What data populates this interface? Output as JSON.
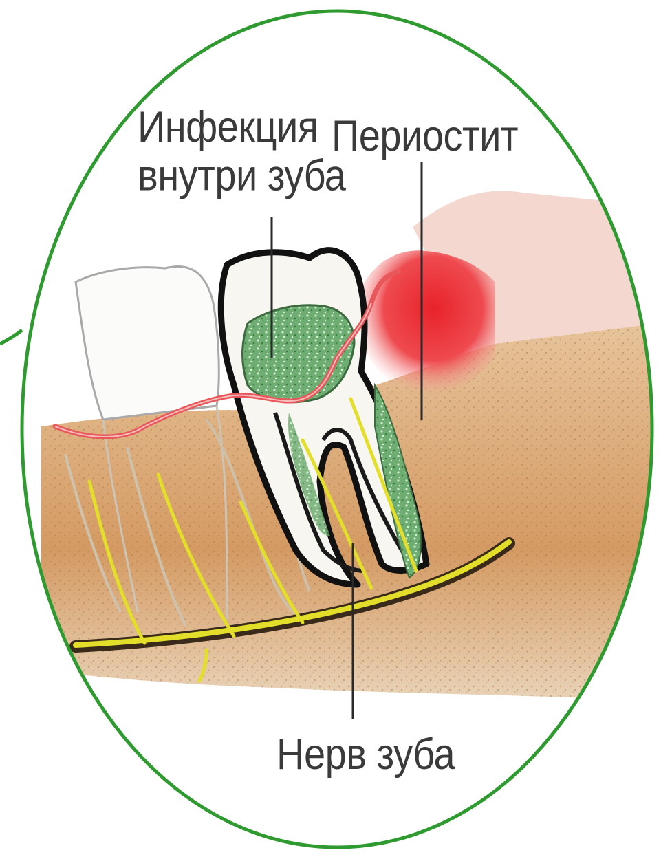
{
  "labels": {
    "infection_line1": "Инфекция",
    "infection_line2": "внутри зуба",
    "periostitis": "Периостит",
    "nerve": "Нерв зуба"
  },
  "colors": {
    "frame_green": "#2f9a2f",
    "gum_line": "#e8585a",
    "inflammation": "#e8222a",
    "bone": "#d8a66f",
    "nerve": "#e2de2a",
    "infection": "#5a9c5e",
    "label_text": "#3a3a3a"
  }
}
